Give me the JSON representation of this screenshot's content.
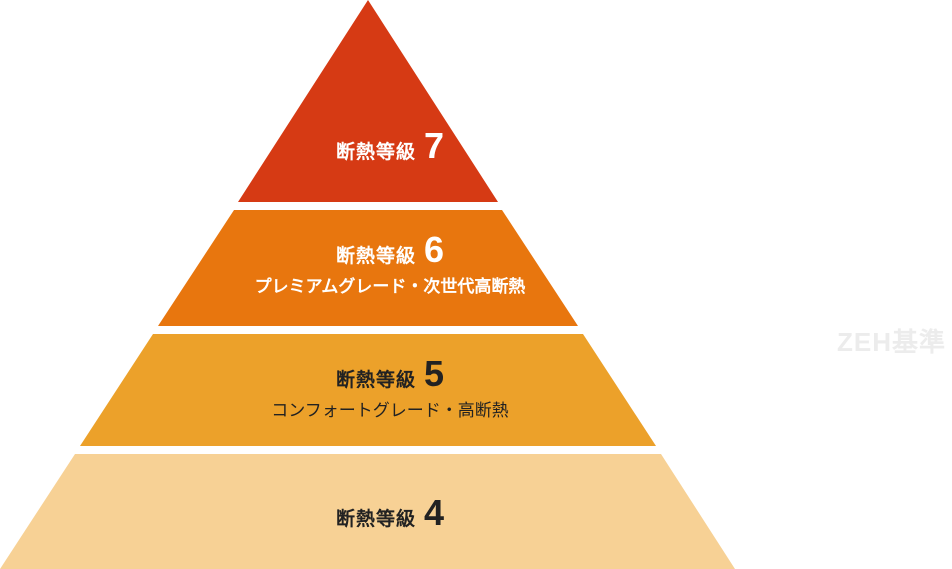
{
  "tiers": [
    {
      "label": "断熱等級",
      "level": "7",
      "subtitle": "",
      "color": "#d63a14",
      "text_color": "#ffffff"
    },
    {
      "label": "断熱等級",
      "level": "6",
      "subtitle": "プレミアムグレード・次世代高断熱",
      "color": "#e8760e",
      "text_color": "#ffffff"
    },
    {
      "label": "断熱等級",
      "level": "5",
      "subtitle": "コンフォートグレード・高断熱",
      "color": "#eca12a",
      "text_color": "#222222"
    },
    {
      "label": "断熱等級",
      "level": "4",
      "subtitle": "",
      "color": "#f7d195",
      "text_color": "#222222"
    }
  ],
  "side_label": "ZEH基準"
}
